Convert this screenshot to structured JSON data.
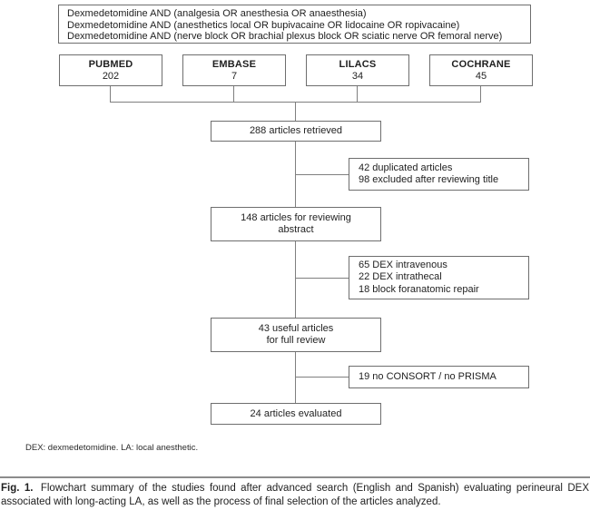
{
  "query_box": {
    "lines": [
      "Dexmedetomidine AND (analgesia OR anesthesia OR anaesthesia)",
      "Dexmedetomidine AND (anesthetics local OR bupivacaine OR lidocaine OR ropivacaine)",
      "Dexmedetomidine AND (nerve block OR brachial plexus block OR sciatic nerve OR femoral nerve)"
    ]
  },
  "databases": [
    {
      "name": "PUBMED",
      "count": "202"
    },
    {
      "name": "EMBASE",
      "count": "7"
    },
    {
      "name": "LILACS",
      "count": "34"
    },
    {
      "name": "COCHRANE",
      "count": "45"
    }
  ],
  "flow": {
    "retrieved": "288 articles retrieved",
    "abstract_line1": "148 articles for reviewing",
    "abstract_line2": "abstract",
    "full_review_line1": "43 useful articles",
    "full_review_line2": "for full review",
    "evaluated": "24 articles evaluated"
  },
  "exclusions": {
    "after_retrieval": {
      "lines": [
        "42 duplicated articles",
        "98 excluded after reviewing title"
      ]
    },
    "after_abstract": {
      "lines": [
        "65 DEX intravenous",
        "22 DEX intrathecal",
        "18 block foranatomic repair"
      ]
    },
    "after_full_review": {
      "lines": [
        "19 no CONSORT / no PRISMA"
      ]
    }
  },
  "footnote": "DEX: dexmedetomidine. LA: local anesthetic.",
  "caption": {
    "label": "Fig. 1.",
    "text": "Flowchart summary of the studies found after advanced search (English and Spanish) evaluating perineural DEX associated with long-acting LA, as well as the process of final selection of the articles analyzed."
  },
  "colors": {
    "box_border": "#6e6e6e",
    "connector_line": "#7f7f7f",
    "text": "#1f1f1f"
  }
}
